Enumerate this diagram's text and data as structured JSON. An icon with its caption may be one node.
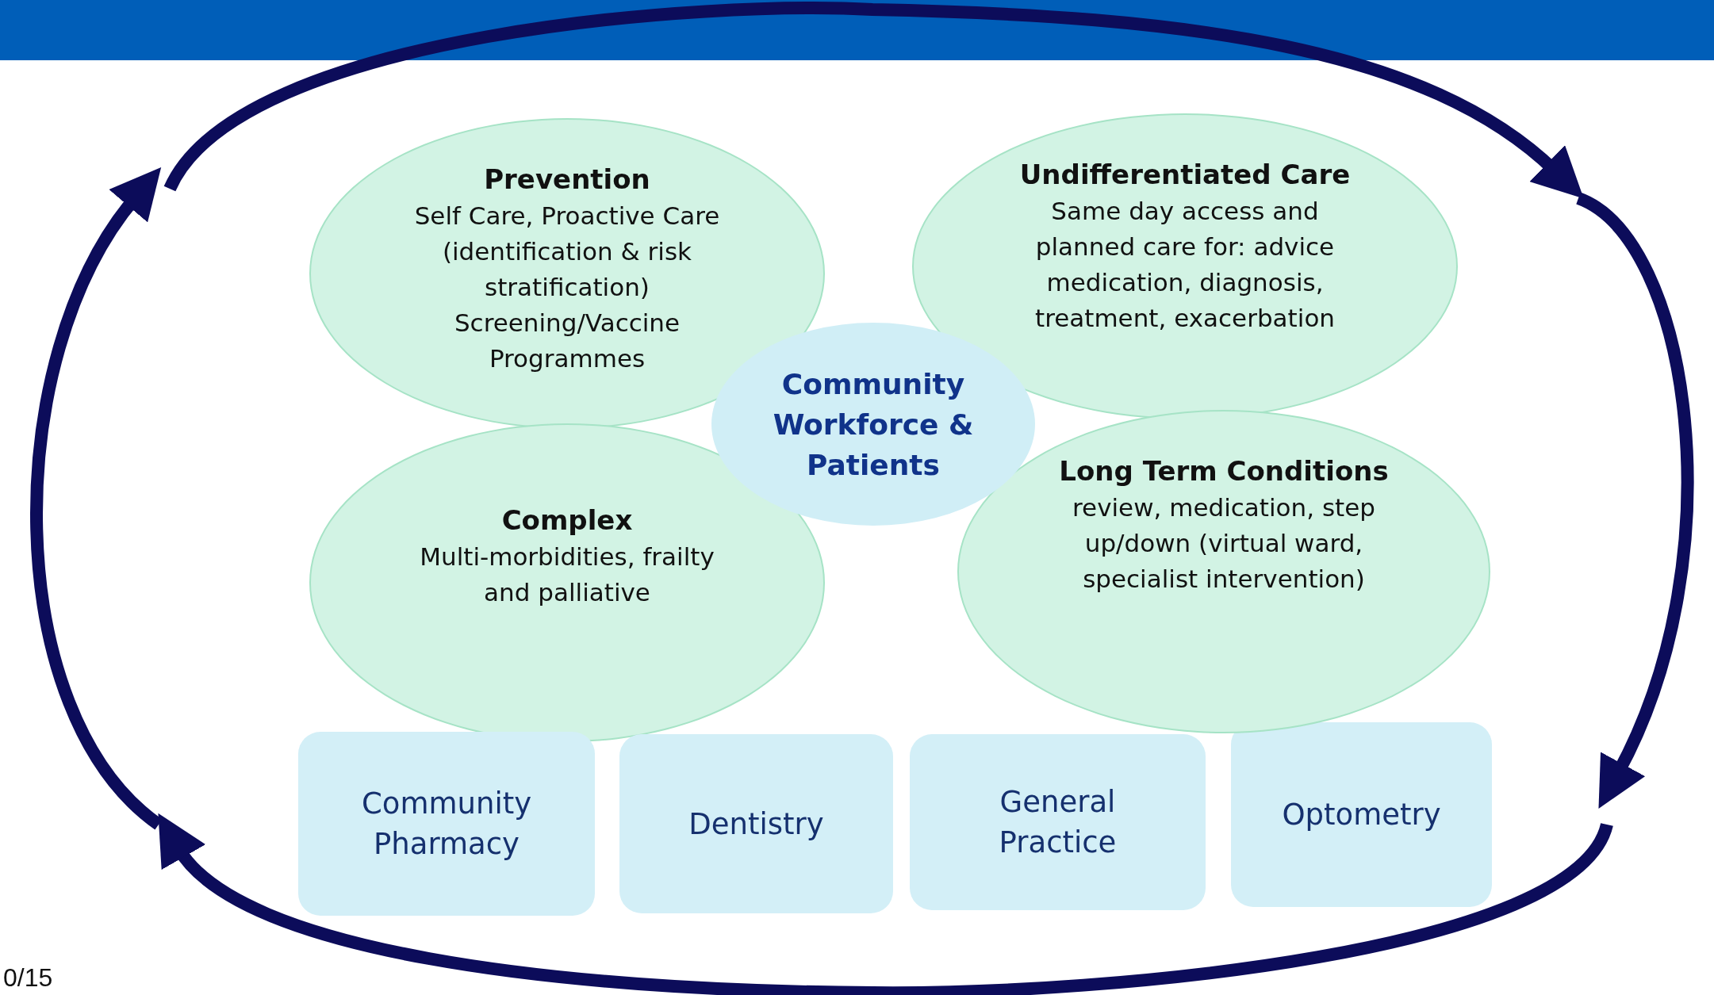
{
  "diagram": {
    "nodes": [
      {
        "text": [
          "Prevention",
          "Self Care, Proactive Care (identification & risk stratification)",
          "Screening/Vaccine Programmes"
        ]
      },
      {
        "text": [
          "Undifferentiated Care",
          "Same day access and planned care for: advice medication, diagnosis, treatment, exacerbation"
        ]
      },
      {
        "text": [
          "Community Workforce & Patients"
        ]
      },
      {
        "text": [
          "Complex",
          "Multi-morbidities, frailty and palliative"
        ]
      },
      {
        "text": [
          "Long Term Conditions",
          "review, medication, step up/down (virtual ward, specialist intervention)"
        ]
      },
      {
        "text": [
          "Community Pharmacy"
        ]
      },
      {
        "text": [
          "Dentistry"
        ]
      },
      {
        "text": [
          "General Practice"
        ]
      },
      {
        "text": [
          "Optometry"
        ]
      }
    ],
    "labels": [
      "0/15"
    ]
  }
}
